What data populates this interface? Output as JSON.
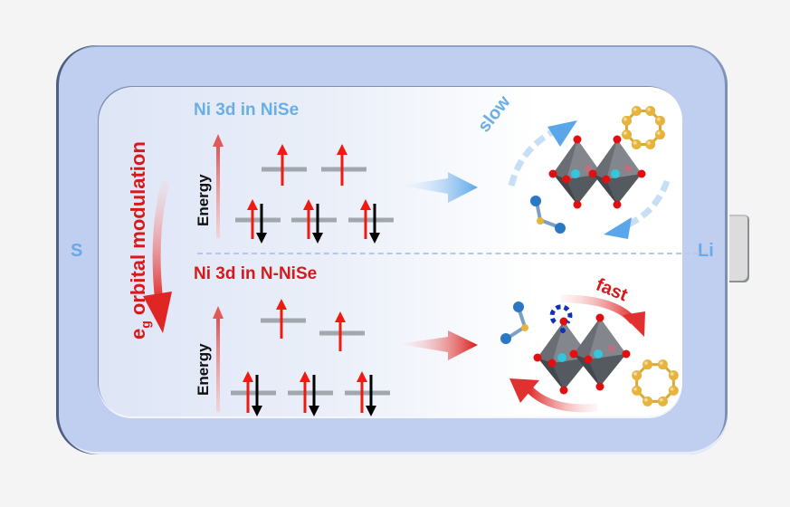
{
  "battery": {
    "anode_label": "S",
    "cathode_label": "Li",
    "colors": {
      "shell": "#c0cff0",
      "label": "#6aa8e8"
    }
  },
  "side_annotation": {
    "prefix": "e",
    "subscript": "g",
    "suffix": " orbital modulation",
    "color": "#d41a1a"
  },
  "panels": [
    {
      "title": "Ni 3d in NiSe",
      "title_color": "#6aaee6",
      "energy_axis_label": "Energy",
      "upper_levels": 2,
      "lower_levels": 3,
      "kinetics_label": "slow",
      "kinetics_color": "#6aaee6"
    },
    {
      "title": "Ni 3d in N-NiSe",
      "title_color": "#d41a1a",
      "energy_axis_label": "Energy",
      "upper_levels": 2,
      "lower_levels": 3,
      "kinetics_label": "fast",
      "kinetics_color": "#d41a1a"
    }
  ],
  "colors": {
    "spin_up": "#f01a10",
    "spin_down": "#000000",
    "level": "#a2a7ae",
    "octahedron": "#555a61",
    "oxygen": "#e01010",
    "nickel": "#33c6dc",
    "sulfur": "#e6b43a",
    "li_atom": "#2a78c4",
    "nitrogen": "#1030b8"
  }
}
